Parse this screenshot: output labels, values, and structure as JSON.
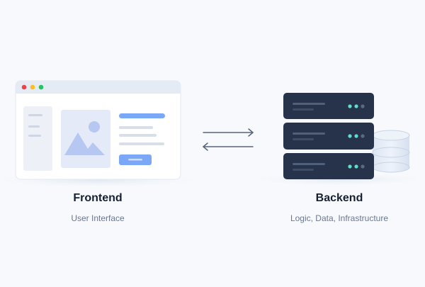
{
  "frontend": {
    "title": "Frontend",
    "subtitle": "User Interface",
    "window_icon": "browser-window-icon",
    "image_icon": "image-placeholder-icon",
    "traffic_lights": [
      "#ef4444",
      "#fbbf24",
      "#22c55e"
    ]
  },
  "backend": {
    "title": "Backend",
    "subtitle": "Logic, Data, Infrastructure",
    "server_icon": "server-rack-icon",
    "database_icon": "database-cylinder-icon",
    "led_color": "#5ee0c8"
  },
  "connection": {
    "icon": "bidirectional-arrows-icon"
  },
  "colors": {
    "background": "#f7f9fc",
    "accent": "#7aa8f7",
    "server_dark": "#26334a",
    "text_dark": "#172033",
    "text_muted": "#6b7791"
  }
}
